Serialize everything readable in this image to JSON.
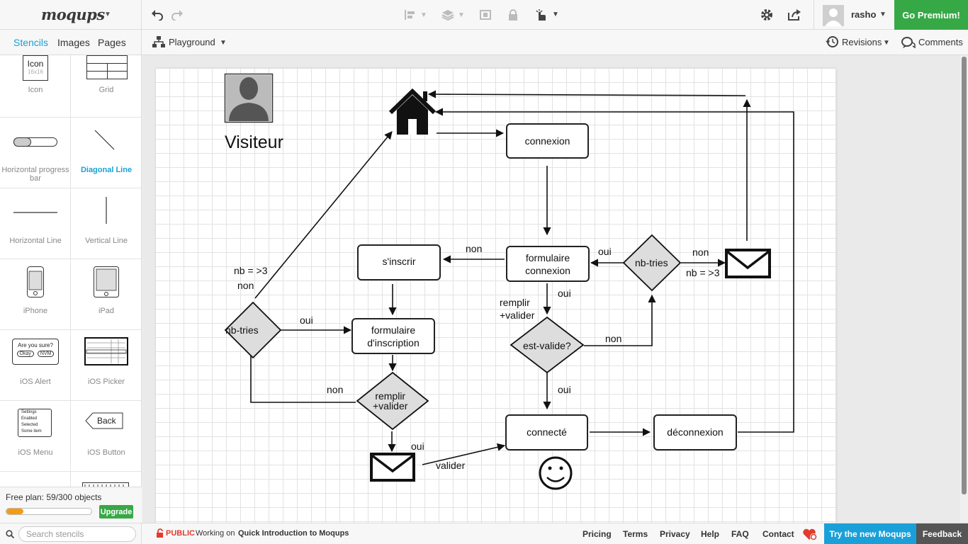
{
  "app": {
    "logo": "moqups",
    "user": "rasho",
    "premium": "Go Premium!"
  },
  "left_tabs": [
    "Stencils",
    "Images",
    "Pages"
  ],
  "page_menu": "Playground",
  "right_menu": {
    "revisions": "Revisions",
    "comments": "Comments"
  },
  "stencils": [
    {
      "name": "Icon",
      "thumb_title": "Icon",
      "thumb_sub": "16x16"
    },
    {
      "name": "Grid"
    },
    {
      "name": "Horizontal progress bar"
    },
    {
      "name": "Diagonal Line",
      "selected": true
    },
    {
      "name": "Horizontal Line"
    },
    {
      "name": "Vertical Line"
    },
    {
      "name": "iPhone"
    },
    {
      "name": "iPad"
    },
    {
      "name": "iOS Alert",
      "thumb_title": "Are you sure?",
      "thumb_buttons": [
        "Okay",
        "NVM"
      ]
    },
    {
      "name": "iOS Picker"
    },
    {
      "name": "iOS Menu",
      "thumb_items": [
        "Settings",
        "Enabled",
        "Selected",
        "Some item"
      ]
    },
    {
      "name": "iOS Button",
      "thumb_title": "Back"
    }
  ],
  "plan": {
    "text": "Free plan: 59/300 objects",
    "progress": 0.2,
    "upgrade": "Upgrade"
  },
  "search": {
    "placeholder": "Search stencils"
  },
  "footer": {
    "public": "PUBLIC",
    "working_on": "Working on",
    "project": "Quick Introduction to Moqups",
    "links": [
      "Pricing",
      "Terms",
      "Privacy",
      "Help",
      "FAQ",
      "Contact"
    ],
    "try_new": "Try the new Moqups",
    "feedback": "Feedback"
  },
  "diagram": {
    "visitor": "Visiteur",
    "boxes": {
      "connexion": "connexion",
      "sinscrir": "s'inscrir",
      "form_connexion": "formulaire\nconnexion",
      "form_inscription": "formulaire\nd'inscription",
      "connecte": "connecté",
      "deconnexion": "déconnexion"
    },
    "diamonds": {
      "nbtries_left": "nb-tries",
      "nbtries_right": "nb-tries",
      "estvalide": "est-valide?",
      "remplir": "remplir\n+valider"
    },
    "labels": {
      "nb3_left": "nb = >3",
      "non_left": "non",
      "oui_left": "oui",
      "non_bottom_left": "non",
      "oui_email": "oui",
      "valider": "valider",
      "non_sinscrir": "non",
      "oui_formconn": "oui",
      "remplir_valider": "remplir\n+valider",
      "oui_formconn_top": "oui",
      "non_nbtries_right": "non",
      "nb3_right": "nb = >3",
      "non_estvalide": "non",
      "oui_estvalide": "oui"
    }
  },
  "colors": {
    "accent": "#1aa0d8",
    "premium": "#37a846",
    "progress": "#f39c12",
    "public": "#e23b2e"
  }
}
